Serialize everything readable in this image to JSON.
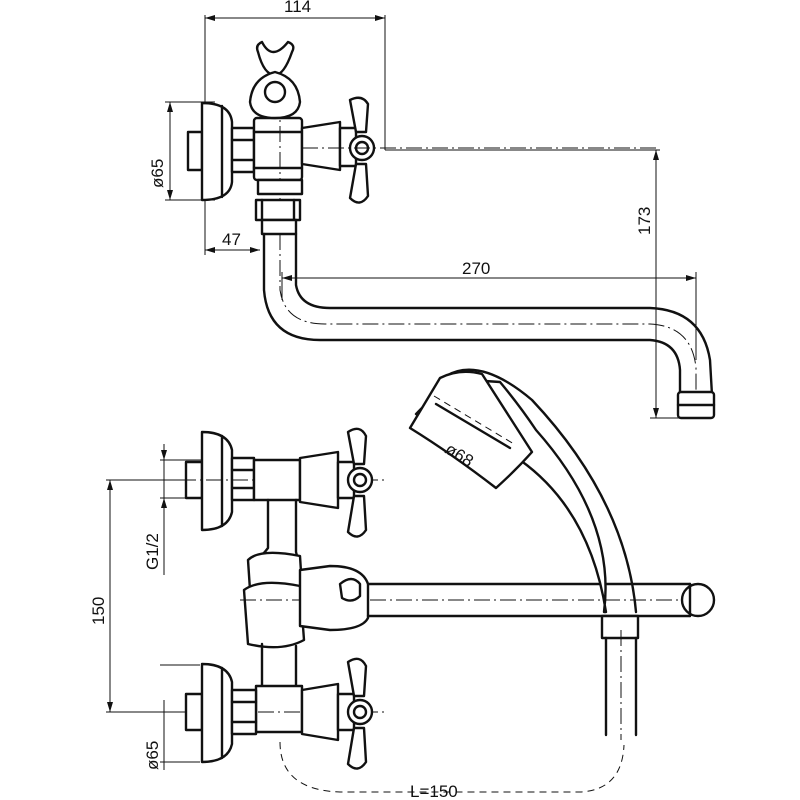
{
  "dimensions": {
    "top_width": "114",
    "top_dia_left": "ø65",
    "top_offset": "47",
    "spout_length": "270",
    "spout_height": "173",
    "head_dia": "ø68",
    "thread": "G1/2",
    "center_distance": "150",
    "bottom_dia_left": "ø65",
    "hose_length": "L=150"
  }
}
